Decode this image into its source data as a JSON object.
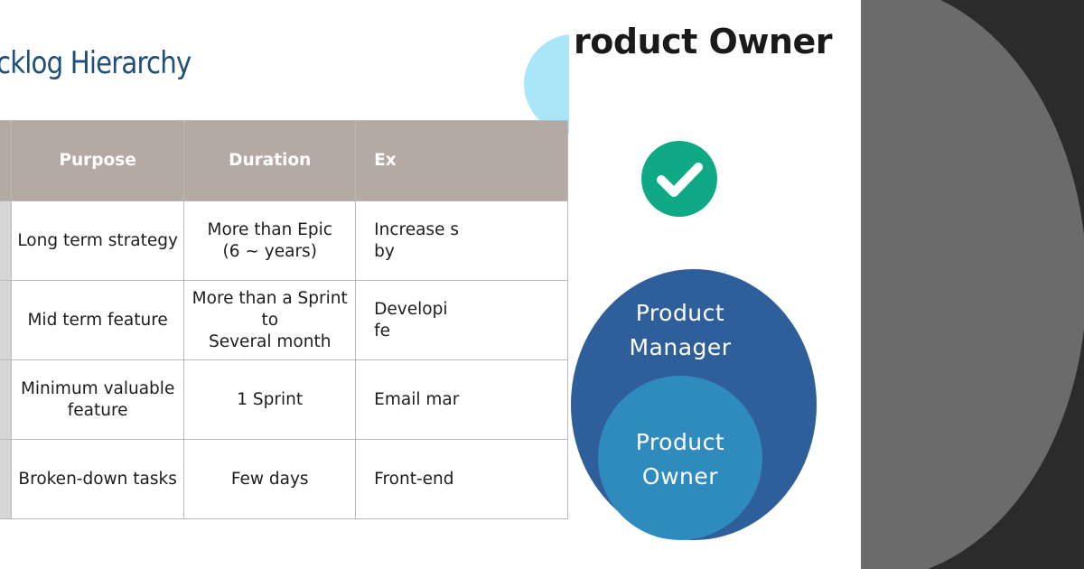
{
  "left_slide": {
    "title": "cklog Hierarchy",
    "headers": [
      "Purpose",
      "Duration",
      "Ex"
    ],
    "rows": [
      {
        "purpose": "Long term strategy",
        "duration": "More than Epic\n(6 ~ years)",
        "example": "Increase s\nby"
      },
      {
        "purpose": "Mid term feature",
        "duration": "More than a Sprint to\nSeveral month",
        "example": "Developi\nfe"
      },
      {
        "purpose": "Minimum valuable\nfeature",
        "duration": "1 Sprint",
        "example": "Email mar"
      },
      {
        "purpose": "Broken-down tasks",
        "duration": "Few days",
        "example": "Front-end"
      }
    ]
  },
  "middle_slide": {
    "title": "roduct Owner",
    "check_icon": "check-circle-icon",
    "outer_circle_label": "Product\nManager",
    "inner_circle_label": "Product\nOwner",
    "colors": {
      "check": "#10a985",
      "outer": "#2f5f9a",
      "inner": "#2f8bbd"
    }
  },
  "right_slide": {
    "colors": {
      "background": "#2b2b2b",
      "disc": "#6b6b6b"
    }
  }
}
